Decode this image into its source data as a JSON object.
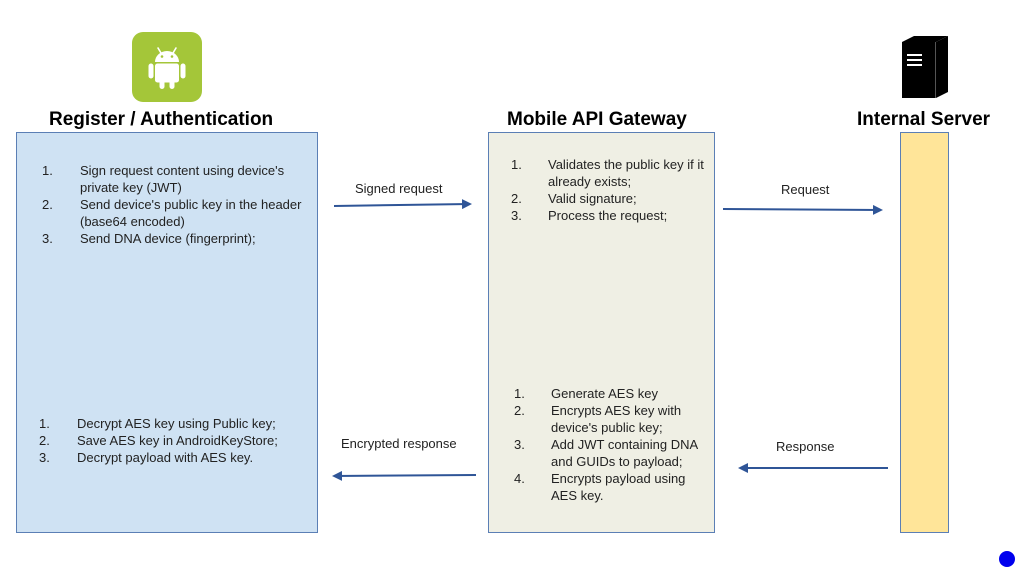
{
  "headings": {
    "left": "Register / Authentication",
    "middle": "Mobile API Gateway",
    "right": "Internal Server"
  },
  "left_panel": {
    "top_steps": [
      {
        "num": "1.",
        "text": "Sign request content using device's private key (JWT)"
      },
      {
        "num": "2.",
        "text": "Send device's public key in the header (base64 encoded)"
      },
      {
        "num": "3.",
        "text": "Send DNA device (fingerprint);"
      }
    ],
    "bottom_steps": [
      {
        "num": "1.",
        "text": "Decrypt AES key using Public key;"
      },
      {
        "num": "2.",
        "text": "Save AES key in AndroidKeyStore;"
      },
      {
        "num": "3.",
        "text": "Decrypt payload with AES key."
      }
    ]
  },
  "middle_panel": {
    "top_steps": [
      {
        "num": "1.",
        "text": "Validates the public key if it already exists;"
      },
      {
        "num": "2.",
        "text": "Valid signature;"
      },
      {
        "num": "3.",
        "text": "Process the request;"
      }
    ],
    "bottom_steps": [
      {
        "num": "1.",
        "text": "Generate AES key"
      },
      {
        "num": "2.",
        "text": "Encrypts AES key with device's public key;"
      },
      {
        "num": "3.",
        "text": "Add JWT containing DNA and GUIDs to payload;"
      },
      {
        "num": "4.",
        "text": "Encrypts payload using AES key."
      }
    ]
  },
  "arrows": {
    "signed_request": "Signed request",
    "request": "Request",
    "encrypted_response": "Encrypted response",
    "response": "Response"
  },
  "colors": {
    "android_green": "#a4c639",
    "left_panel_fill": "#cfe2f3",
    "left_panel_border": "#5b7fb5",
    "middle_panel_fill": "#efefe4",
    "middle_panel_border": "#5b7fb5",
    "server_bar_fill": "#ffe599",
    "server_bar_border": "#5b7fb5",
    "arrow": "#2f5597",
    "dot": "#0000ee"
  },
  "icons": {
    "android": "android-logo-icon",
    "server": "server-tower-icon",
    "dot": "blue-dot-icon"
  }
}
